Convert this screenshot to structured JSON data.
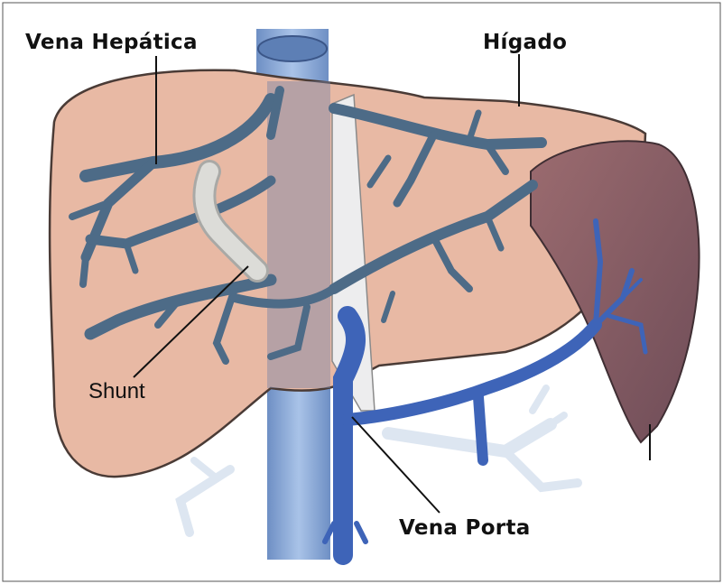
{
  "labels": {
    "hepatic_vein": "Vena Hepática",
    "liver": "Hígado",
    "shunt": "Shunt",
    "portal_vein": "Vena Porta"
  },
  "colors": {
    "liver": "#e8b9a4",
    "liver_outline": "#4a3b36",
    "gallbladder": "#8e6a71",
    "hepatic_veins": "#4d6b87",
    "portal_vein": "#3e64b8",
    "vena_cava": "#7ea2d4",
    "shunt": "#d6d6d2"
  }
}
